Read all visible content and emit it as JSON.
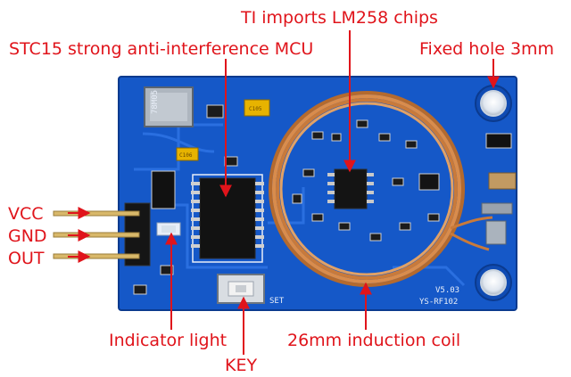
{
  "callouts": {
    "ti_chips": "TI imports LM258 chips",
    "mcu": "STC15 strong anti-interference MCU",
    "fixed_hole": "Fixed hole 3mm",
    "vcc": "VCC",
    "gnd": "GND",
    "out": "OUT",
    "indicator": "Indicator light",
    "coil": "26mm induction coil",
    "key": "KEY"
  },
  "board_silkscreen": {
    "regulator": "78M05",
    "set": "SET",
    "version": "V5.03",
    "model": "YS-RF102",
    "cap_a": "C105",
    "cap_b": "C106"
  },
  "colors": {
    "pcb": "#1558c8",
    "pcb_dark": "#0d3f99",
    "callout": "#e0141b",
    "coil": "#c97a3a",
    "pin": "#d8b86a"
  }
}
